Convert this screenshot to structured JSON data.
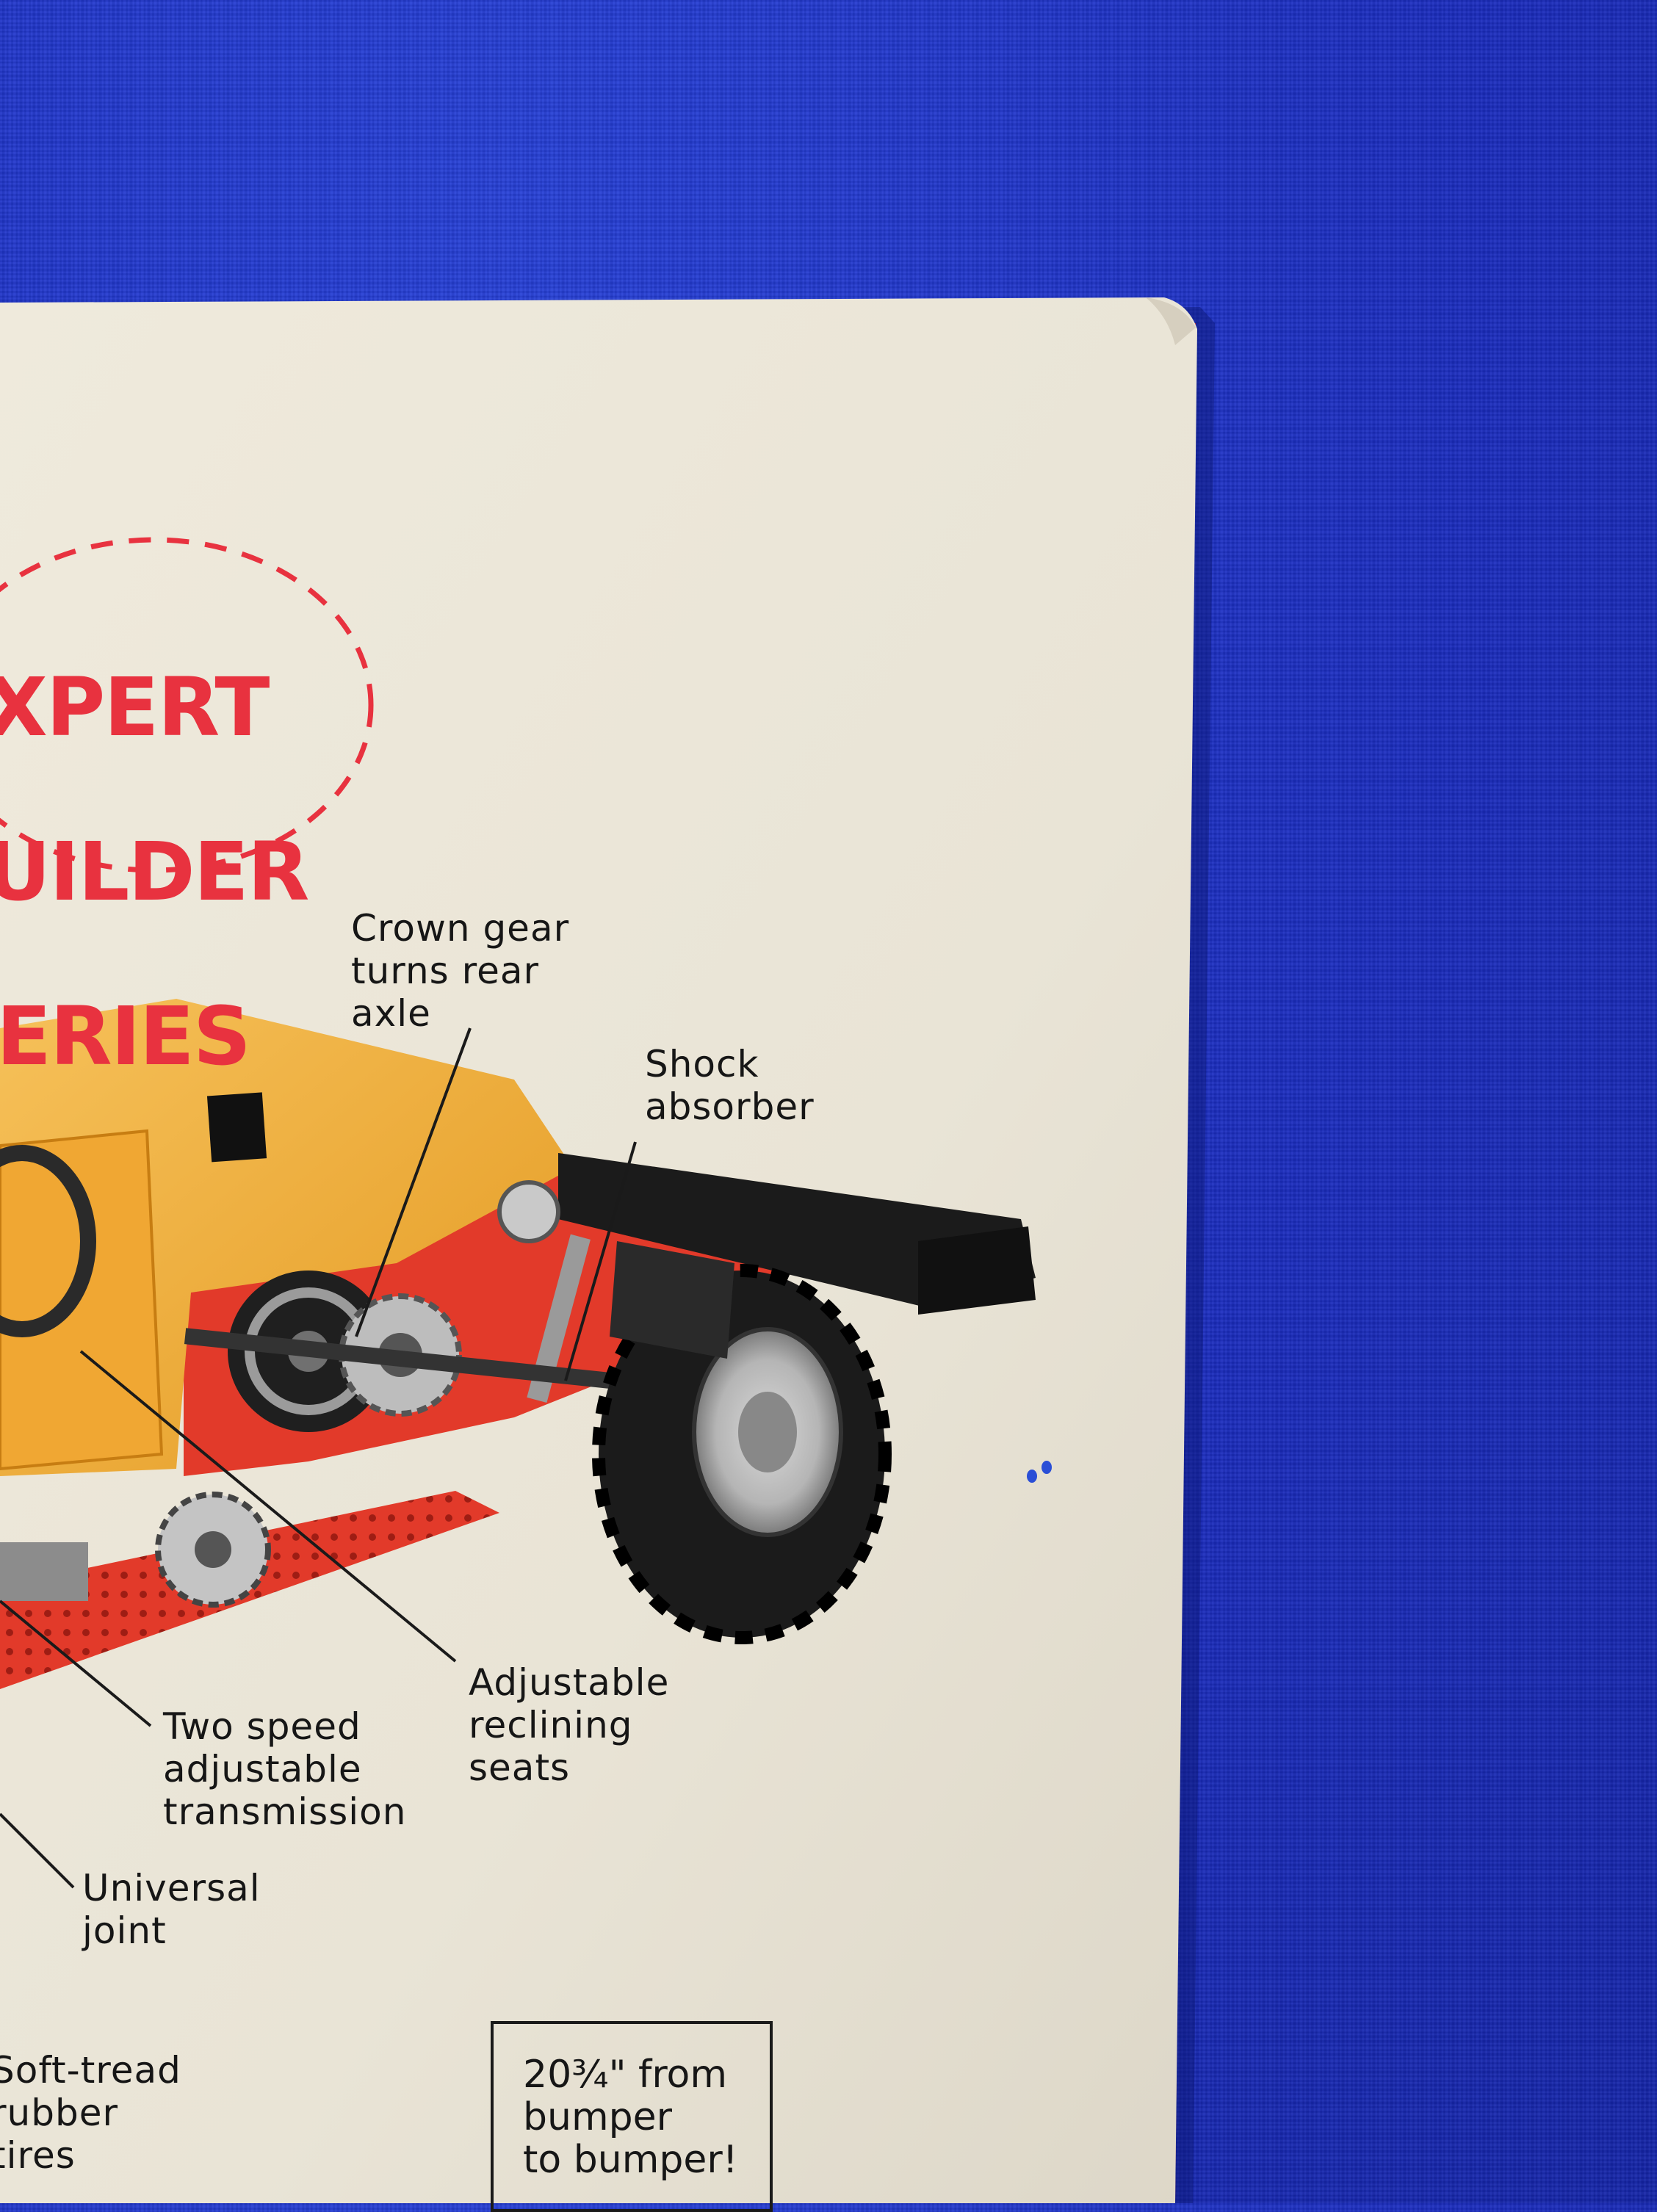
{
  "badge": {
    "line1": "XPERT",
    "line2": "UILDER",
    "line3": "ERIES"
  },
  "callouts": {
    "crown_gear": "Crown gear\nturns rear\naxle",
    "shock_absorber": "Shock\nabsorber",
    "adjustable_seats": "Adjustable\nreclining\nseats",
    "transmission": "Two speed\nadjustable\ntransmission",
    "universal_joint": "Universal\njoint",
    "tires": "Soft-tread\nrubber\ntires"
  },
  "size_box": {
    "text": "20¾\" from\nbumper\nto bumper!"
  },
  "colors": {
    "background_fabric": "#1b2fc4",
    "paper": "#ebe6d8",
    "badge_red": "#e8323f",
    "model_red": "#e23a2a",
    "model_yellow": "#f2b234",
    "rubber_black": "#1b1b1b"
  }
}
